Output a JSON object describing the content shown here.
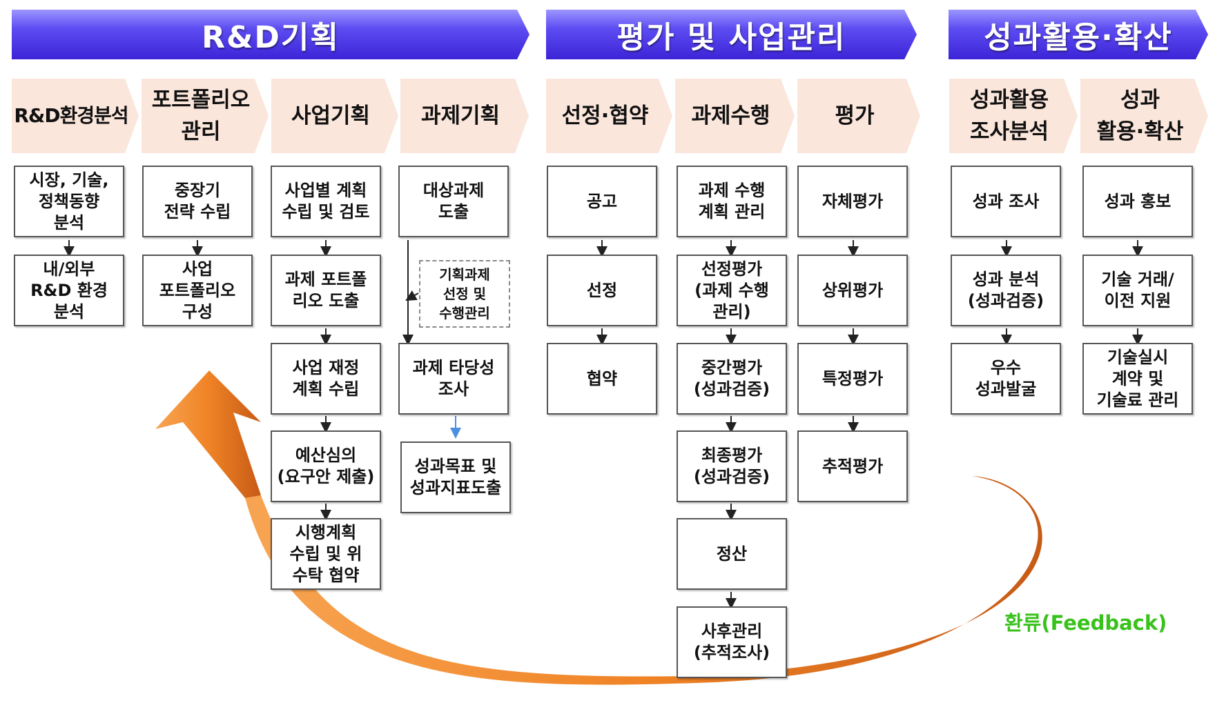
{
  "phases": [
    {
      "label": "R&D기획"
    },
    {
      "label": "평가 및 사업관리"
    },
    {
      "label": "성과활용·확산"
    }
  ],
  "stages": [
    {
      "label": "R&D환경분석"
    },
    {
      "label": "포트폴리오\n관리"
    },
    {
      "label": "사업기획"
    },
    {
      "label": "과제기획"
    },
    {
      "label": "선정·협약"
    },
    {
      "label": "과제수행"
    },
    {
      "label": "평가"
    },
    {
      "label": "성과활용\n조사분석"
    },
    {
      "label": "성과\n활용·확산"
    }
  ],
  "columns": {
    "env": [
      "시장, 기술,\n정책동향\n분석",
      "내/외부\nR&D 환경\n분석"
    ],
    "portfolio": [
      "중장기\n전략 수립",
      "사업\n포트폴리오\n구성"
    ],
    "business": [
      "사업별 계획\n수립 및 검토",
      "과제 포트폴\n리오 도출",
      "사업 재정\n계획 수립",
      "예산심의\n(요구안 제출)",
      "시행계획\n수립 및 위\n수탁 협약"
    ],
    "task": [
      "대상과제\n도출",
      "과제 타당성\n조사",
      "성과목표 및\n성과지표도출"
    ],
    "task_side": "기획과제\n선정 및\n수행관리",
    "selection": [
      "공고",
      "선정",
      "협약"
    ],
    "execution": [
      "과제 수행\n계획 관리",
      "선정평가\n(과제 수행\n관리)",
      "중간평가\n(성과검증)",
      "최종평가\n(성과검증)",
      "정산",
      "사후관리\n(추적조사)"
    ],
    "evaluation": [
      "자체평가",
      "상위평가",
      "특정평가",
      "추적평가"
    ],
    "survey": [
      "성과 조사",
      "성과 분석\n(성과검증)",
      "우수\n성과발굴"
    ],
    "promotion": [
      "성과 홍보",
      "기술 거래/\n이전 지원",
      "기술실시\n계약 및\n기술료 관리"
    ]
  },
  "feedback_label": "환류(Feedback)",
  "colors": {
    "phase_header": "#4a35e0",
    "stage_fill": "#fbe6dc",
    "feedback_arrow": "#f07a1a",
    "feedback_text": "#38c21b",
    "dashed_arrow": "#4a8fe0"
  }
}
